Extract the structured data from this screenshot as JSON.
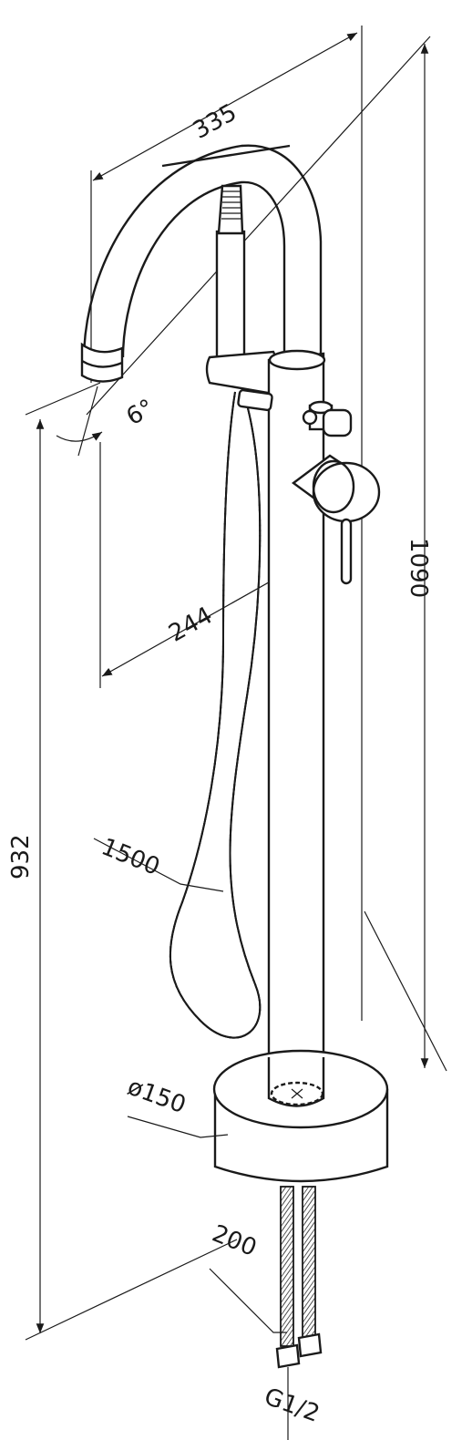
{
  "dimensions": {
    "spout_reach": "335",
    "spout_angle": "6°",
    "spout_offset": "244",
    "total_height": "1090",
    "spout_height": "932",
    "hose_length": "1500",
    "base_diameter": "ø150",
    "supply_hose_length": "200",
    "connection_thread": "G1/2"
  }
}
